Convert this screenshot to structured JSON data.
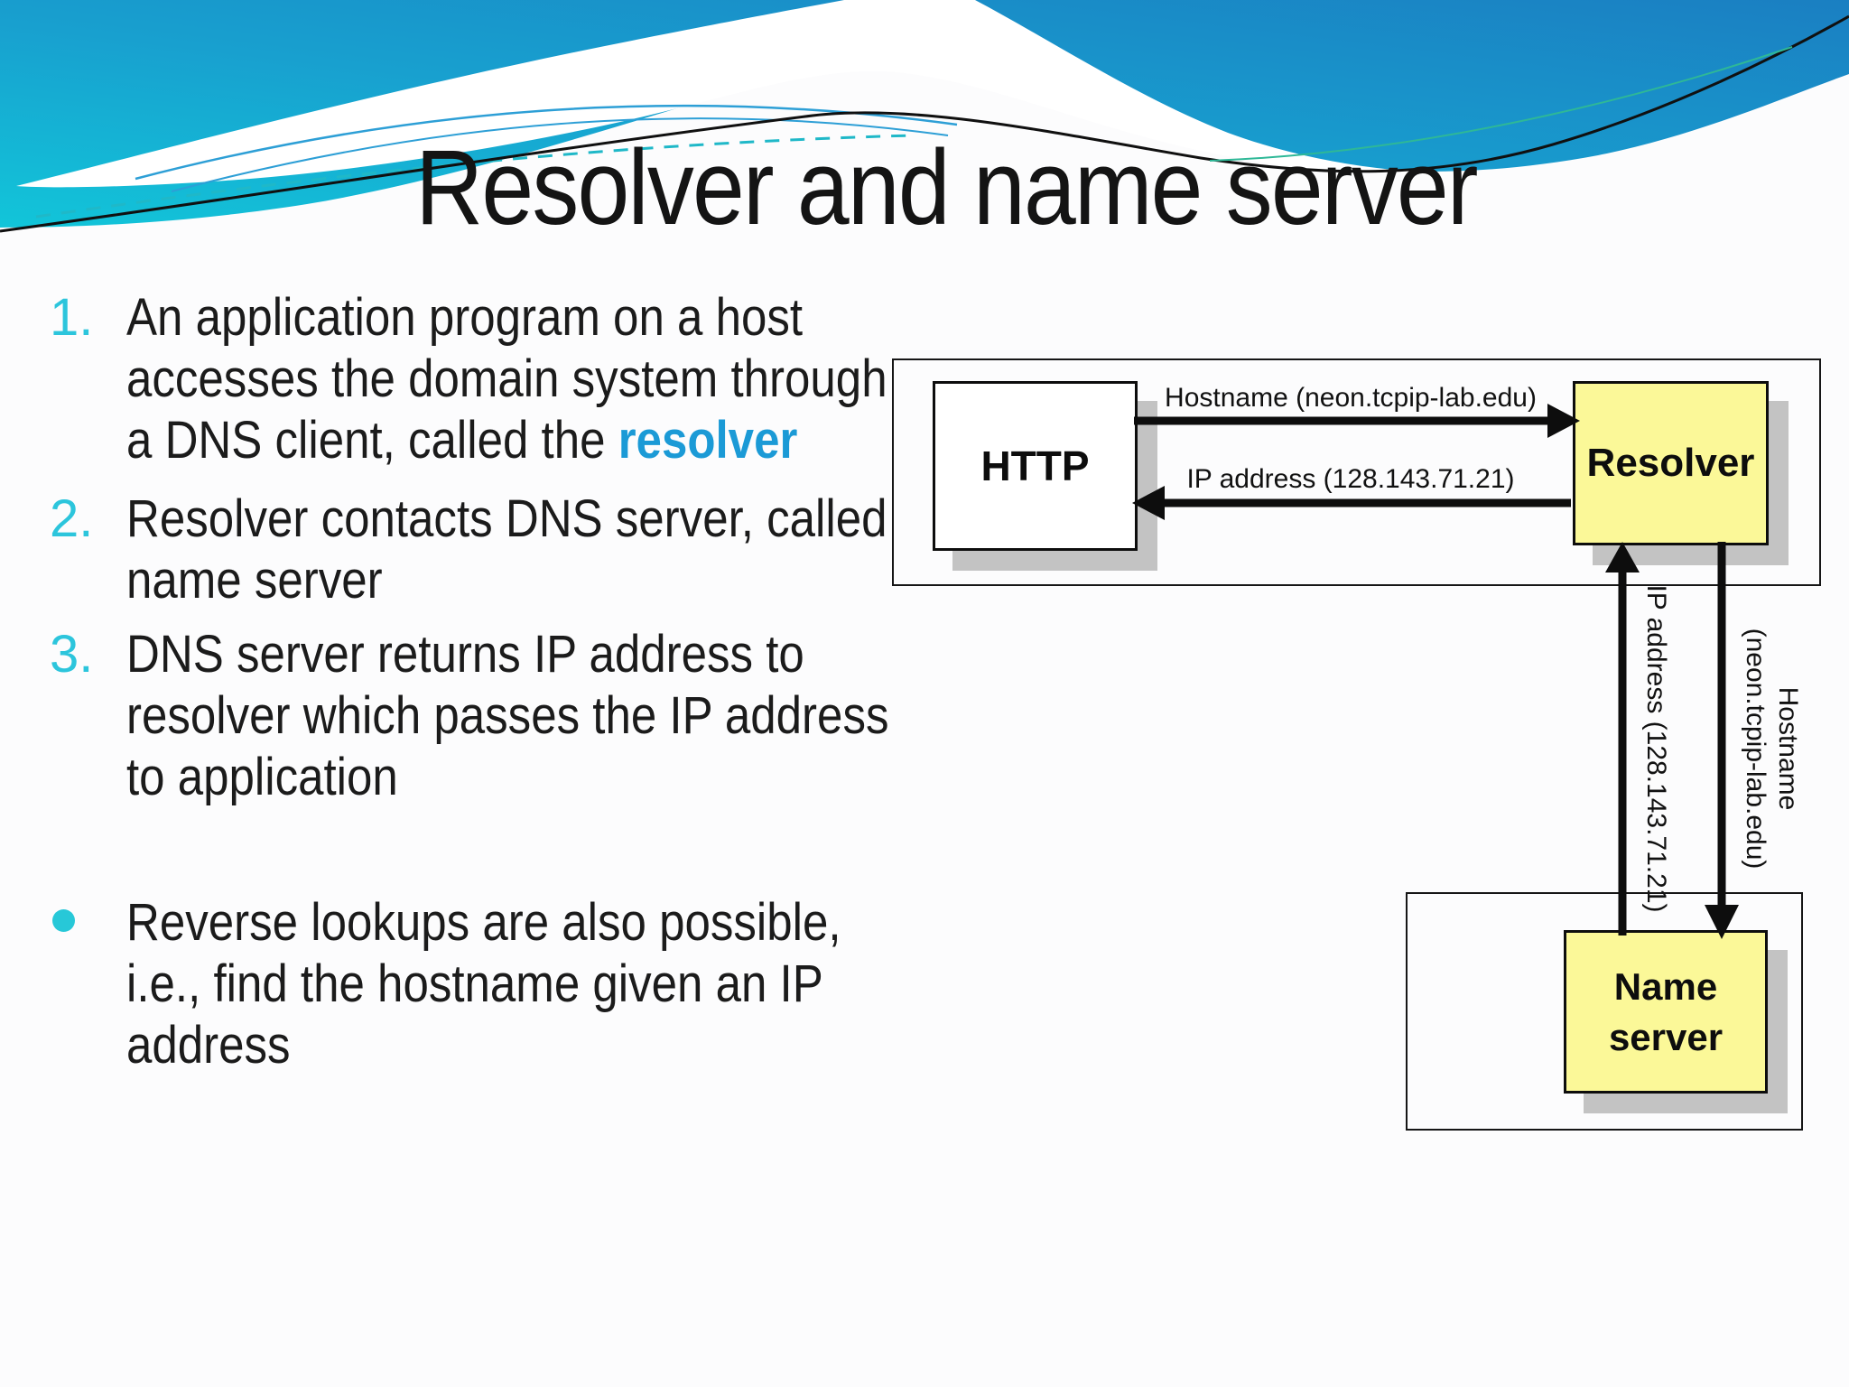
{
  "slide": {
    "title": "Resolver and name server",
    "bullets": [
      {
        "marker": "1.",
        "text": "An application program on a host\naccesses the domain system through\na DNS client, called the ",
        "highlight": "resolver"
      },
      {
        "marker": "2.",
        "text": "Resolver contacts DNS server, called\nname server",
        "highlight": ""
      },
      {
        "marker": "3.",
        "text": "DNS server returns IP address to\nresolver which passes the IP address\nto application",
        "highlight": ""
      },
      {
        "marker": "•",
        "text": "Reverse lookups are also possible,\ni.e., find the hostname given an IP\naddress",
        "highlight": ""
      }
    ]
  },
  "diagram": {
    "http_box": "HTTP",
    "resolver_box": "Resolver",
    "name_server_box": "Name server",
    "labels": {
      "hostname_horizontal": "Hostname (neon.tcpip-lab.edu)",
      "ip_horizontal": "IP address (128.143.71.21)",
      "ip_vertical": "IP address (128.143.71.21)",
      "hostname_vertical": "Hostname\n(neon.tcpip-lab.edu)"
    }
  },
  "colors": {
    "accent_cyan": "#2cc5dc",
    "highlight_blue": "#1b9ad6",
    "box_yellow": "#fbf898",
    "shadow_gray": "#c3c3c3",
    "wave_blue": "#1a7fc2",
    "wave_cyan": "#12c5d9"
  }
}
